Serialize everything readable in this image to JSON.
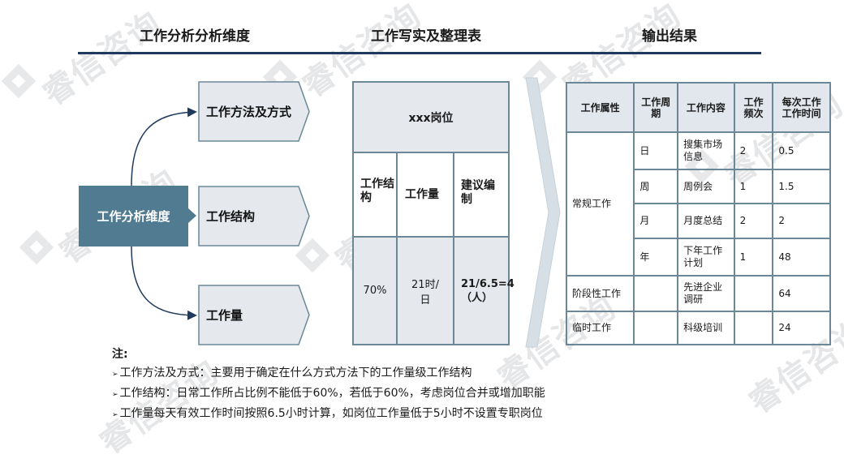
{
  "headers": {
    "left": "工作分析分析维度",
    "middle": "工作写实及整理表",
    "right": "输出结果"
  },
  "diagram": {
    "center": "工作分析维度",
    "branches": [
      "工作方法及方式",
      "工作结构",
      "工作量"
    ]
  },
  "card": {
    "title": "xxx岗位",
    "columns": [
      "工作结构",
      "工作量",
      "建议编制"
    ],
    "values": [
      "70%",
      "21时/日",
      "21/6.5=4（人）"
    ]
  },
  "table": {
    "headers": [
      "工作属性",
      "工作周期",
      "工作内容",
      "工作频次",
      "每次工作工作时间"
    ],
    "groups": [
      {
        "attr": "常规工作",
        "rows": [
          {
            "period": "日",
            "content": "搜集市场信息",
            "freq": "2",
            "time": "0.5"
          },
          {
            "period": "周",
            "content": "周例会",
            "freq": "1",
            "time": "1.5"
          },
          {
            "period": "月",
            "content": "月度总结",
            "freq": "2",
            "time": "2"
          },
          {
            "period": "年",
            "content": "下年工作计划",
            "freq": "1",
            "time": "48"
          }
        ]
      },
      {
        "attr": "阶段性工作",
        "rows": [
          {
            "period": "",
            "content": "先进企业调研",
            "freq": "",
            "time": "64"
          }
        ]
      },
      {
        "attr": "临时工作",
        "rows": [
          {
            "period": "",
            "content": "科级培训",
            "freq": "",
            "time": "24"
          }
        ]
      }
    ]
  },
  "notes": {
    "heading": "注:",
    "items": [
      "工作方法及方式：主要用于确定在什么方式方法下的工作量级工作结构",
      "工作结构：日常工作所占比例不能低于60%，若低于60%，考虑岗位合并或增加职能",
      "工作量每天有效工作时间按照6.5小时计算，如岗位工作量低于5小时不设置专职岗位"
    ]
  },
  "watermark": "睿信咨询",
  "colors": {
    "primary": "#517b91",
    "border": "#6b8898",
    "panel": "#e5e9ee",
    "rule": "#1f3a5c"
  }
}
